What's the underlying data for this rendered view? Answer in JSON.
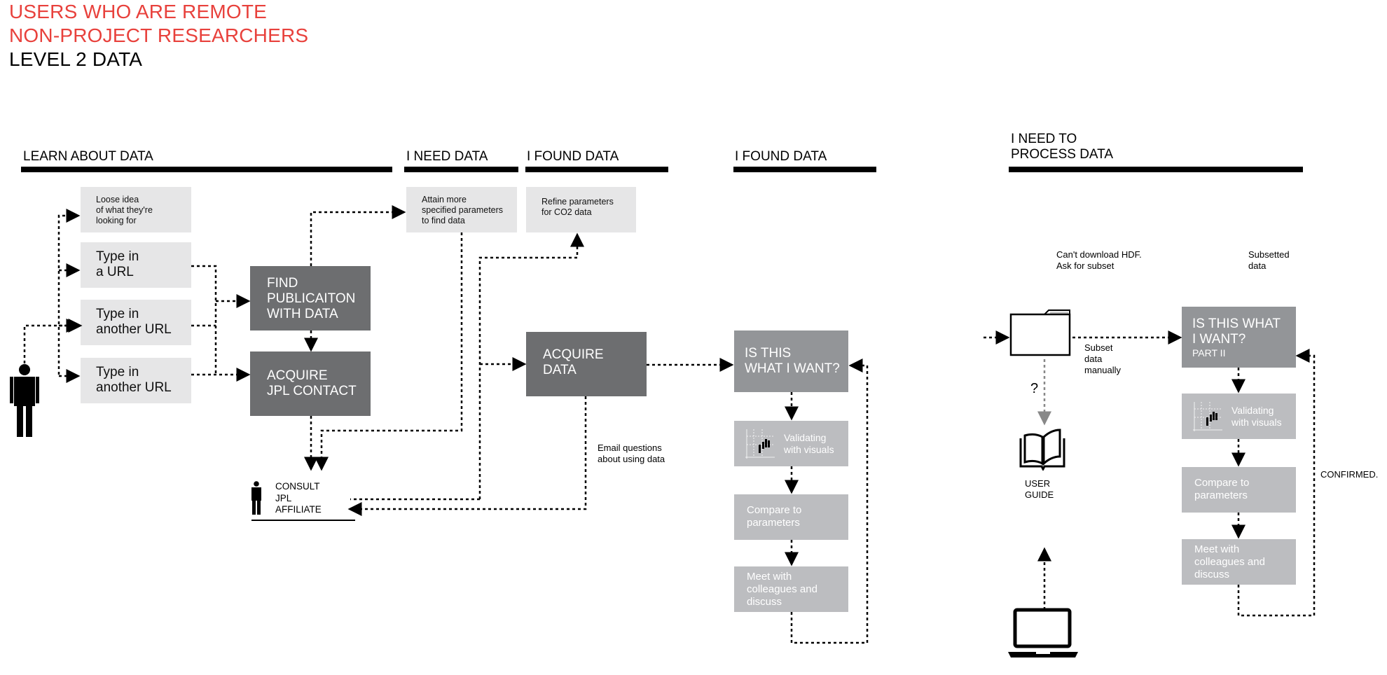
{
  "header": {
    "line1": "USERS WHO ARE REMOTE",
    "line2": "NON-PROJECT RESEARCHERS",
    "line3": "LEVEL 2 DATA",
    "accent_color": "#e8413c"
  },
  "phases": {
    "learn": "LEARN ABOUT DATA",
    "need": "I NEED DATA",
    "found1": "I FOUND DATA",
    "found2": "I FOUND DATA",
    "process": "I NEED TO\nPROCESS DATA"
  },
  "learn": {
    "loose_idea": "Loose idea\nof what they're\nlooking for",
    "type_url": "Type in\na URL",
    "type_another_1": "Type in\nanother URL",
    "type_another_2": "Type in\nanother URL",
    "find_publication": "FIND\nPUBLICAITON\nWITH DATA",
    "acquire_jpl": "ACQUIRE\nJPL CONTACT",
    "consult": "CONSULT\nJPL\nAFFILIATE"
  },
  "need": {
    "attain": "Attain more\nspecified parameters\nto find data"
  },
  "found1": {
    "refine": "Refine parameters\nfor CO2 data",
    "acquire": "ACQUIRE\nDATA",
    "email": "Email questions\nabout using data"
  },
  "found2": {
    "is_this": "IS THIS\nWHAT I WANT?",
    "validating": "Validating\nwith visuals",
    "compare": "Compare to\nparameters",
    "meet": "Meet with\ncolleagues and\ndiscuss"
  },
  "process": {
    "cant_download": "Can't download HDF.\nAsk for subset",
    "subsetted": "Subsetted\ndata",
    "subset_manually": "Subset\ndata\nmanually",
    "question": "?",
    "user_guide": "USER\nGUIDE",
    "is_this_2": "IS THIS WHAT\nI WANT?",
    "part_ii": "PART II",
    "validating": "Validating\nwith visuals",
    "compare": "Compare to\nparameters",
    "meet": "Meet with\ncolleagues and\ndiscuss",
    "confirmed": "CONFIRMED."
  },
  "icons": [
    "person-icon",
    "small-person-icon",
    "folder-icon",
    "book-icon",
    "laptop-icon",
    "chart-icon"
  ]
}
